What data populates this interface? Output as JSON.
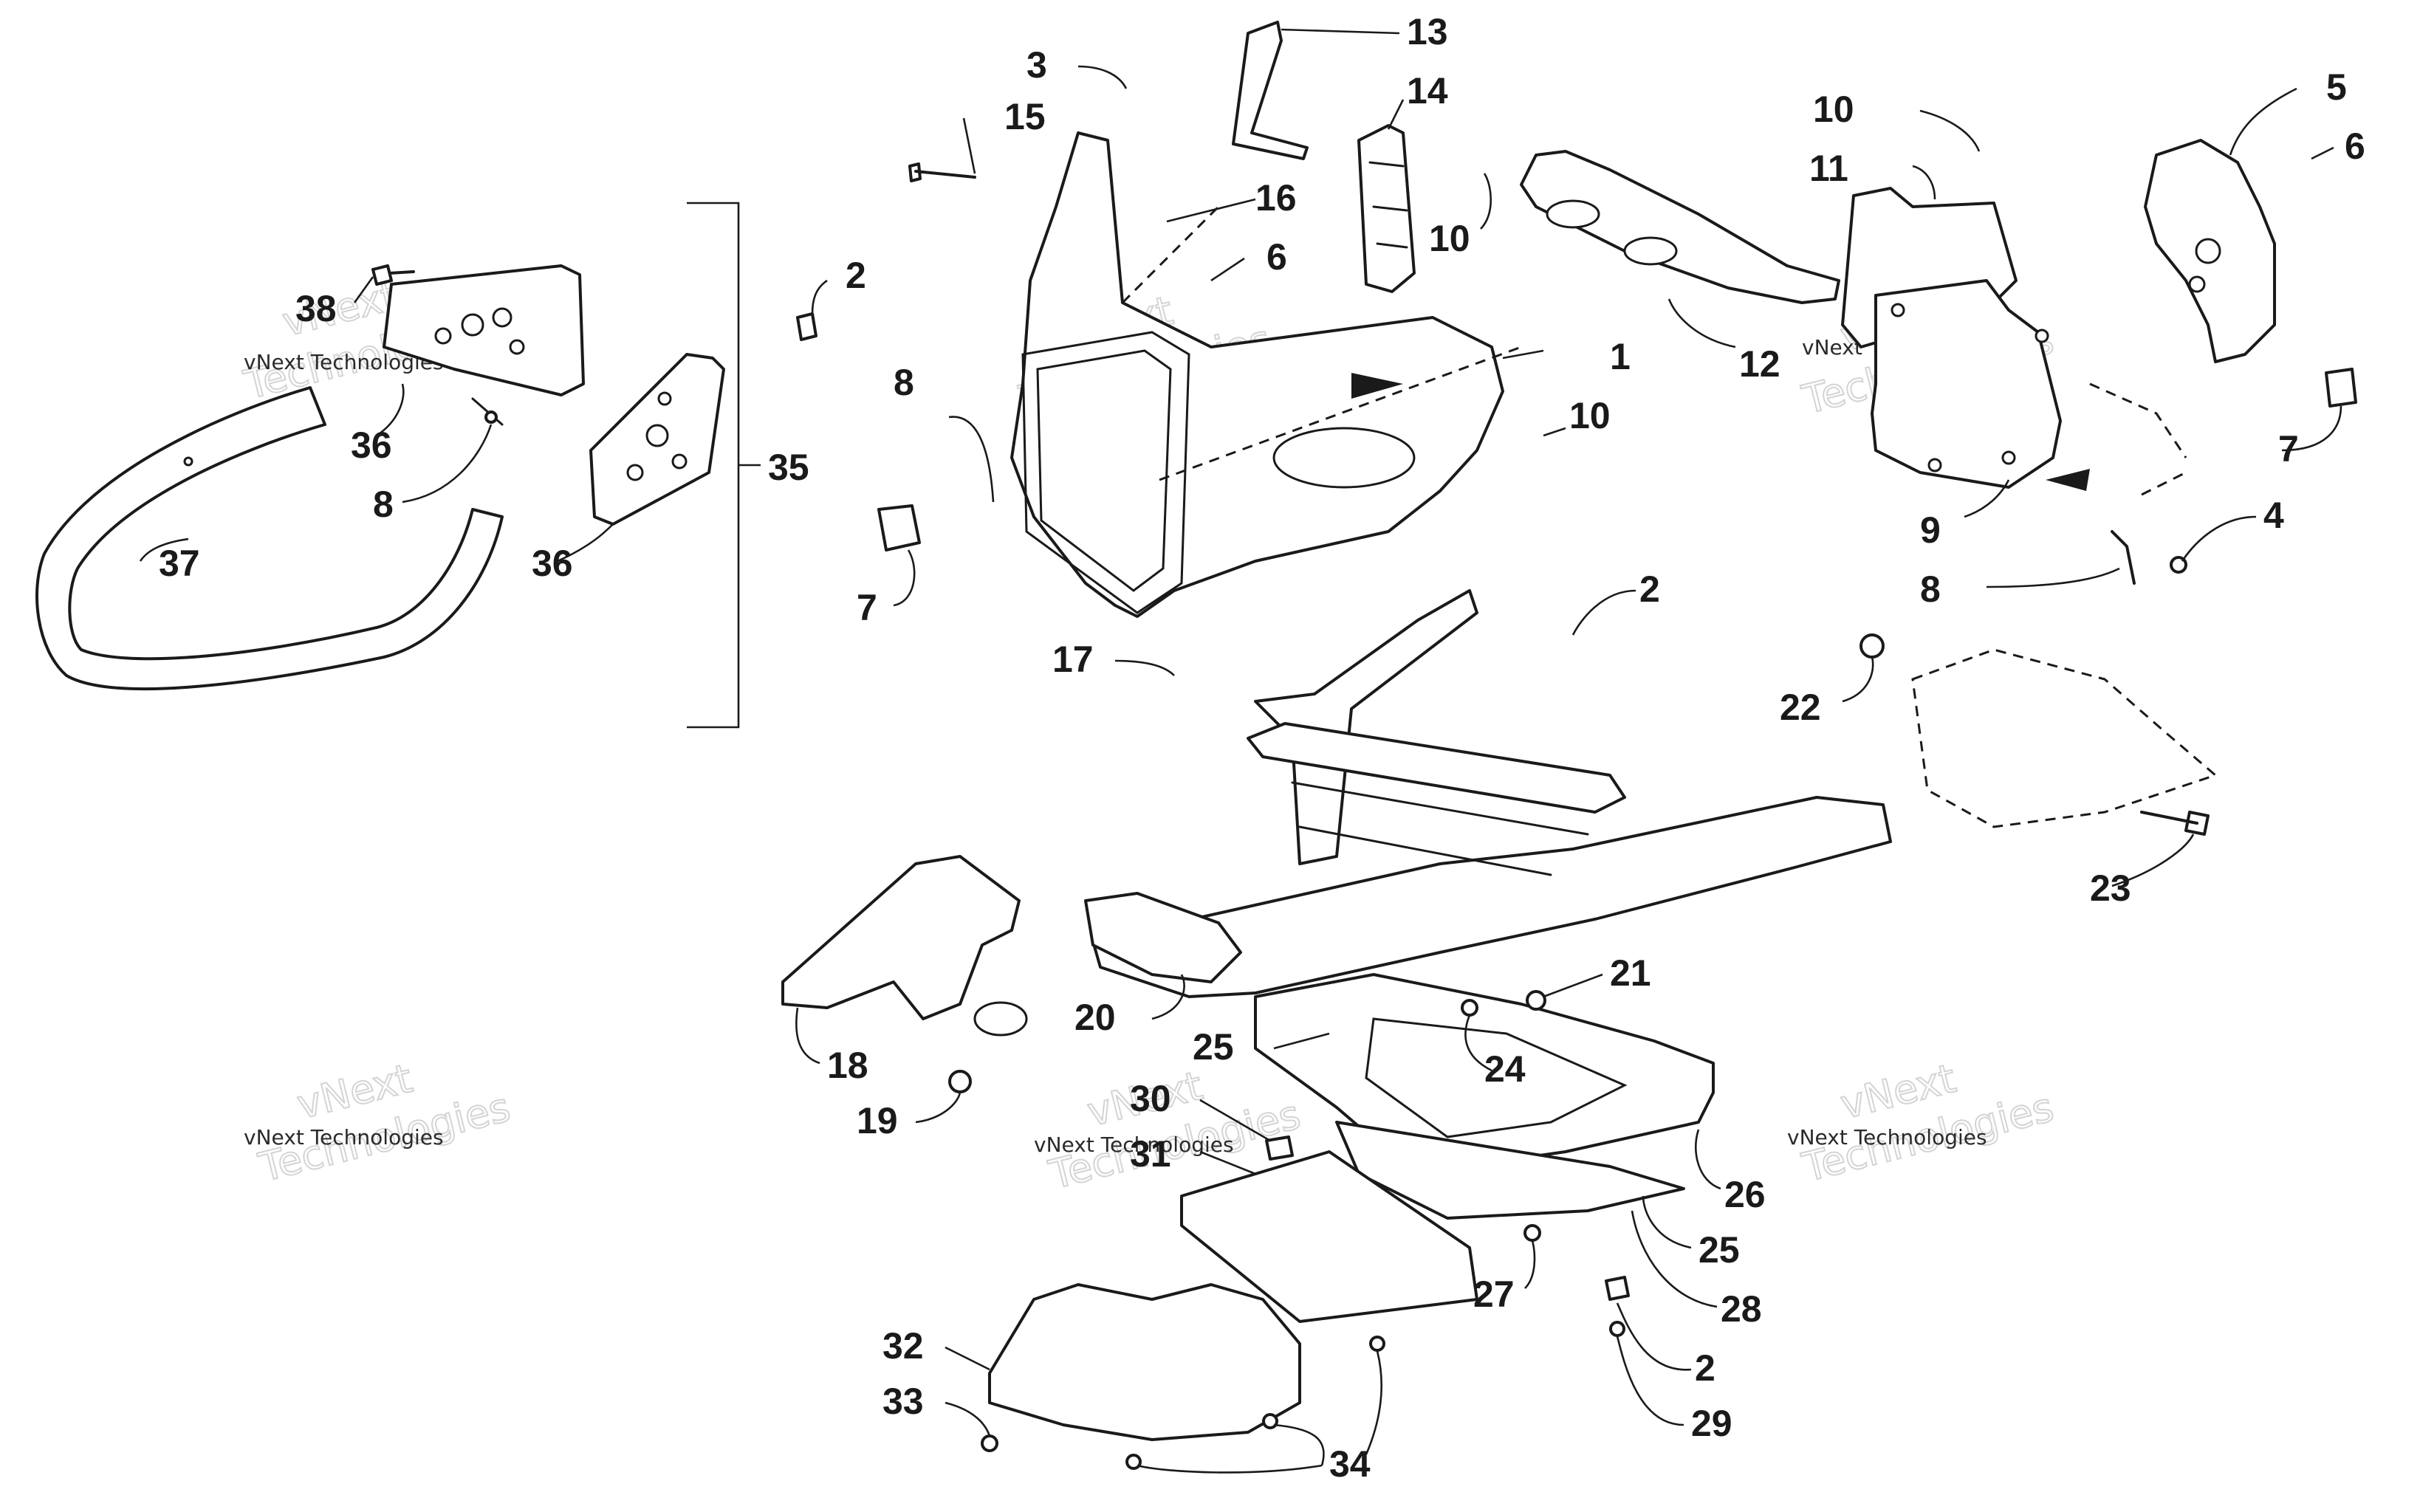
{
  "diagram": {
    "callouts": [
      "1",
      "2",
      "3",
      "4",
      "5",
      "6",
      "7",
      "8",
      "9",
      "10",
      "11",
      "12",
      "13",
      "14",
      "15",
      "16",
      "17",
      "18",
      "19",
      "20",
      "21",
      "22",
      "23",
      "24",
      "25",
      "26",
      "27",
      "28",
      "29",
      "30",
      "31",
      "32",
      "33",
      "34",
      "35",
      "36",
      "37",
      "38"
    ],
    "watermark": {
      "line1": "vNext",
      "line2": "Technologies",
      "line3": "vNext Technologies"
    }
  }
}
